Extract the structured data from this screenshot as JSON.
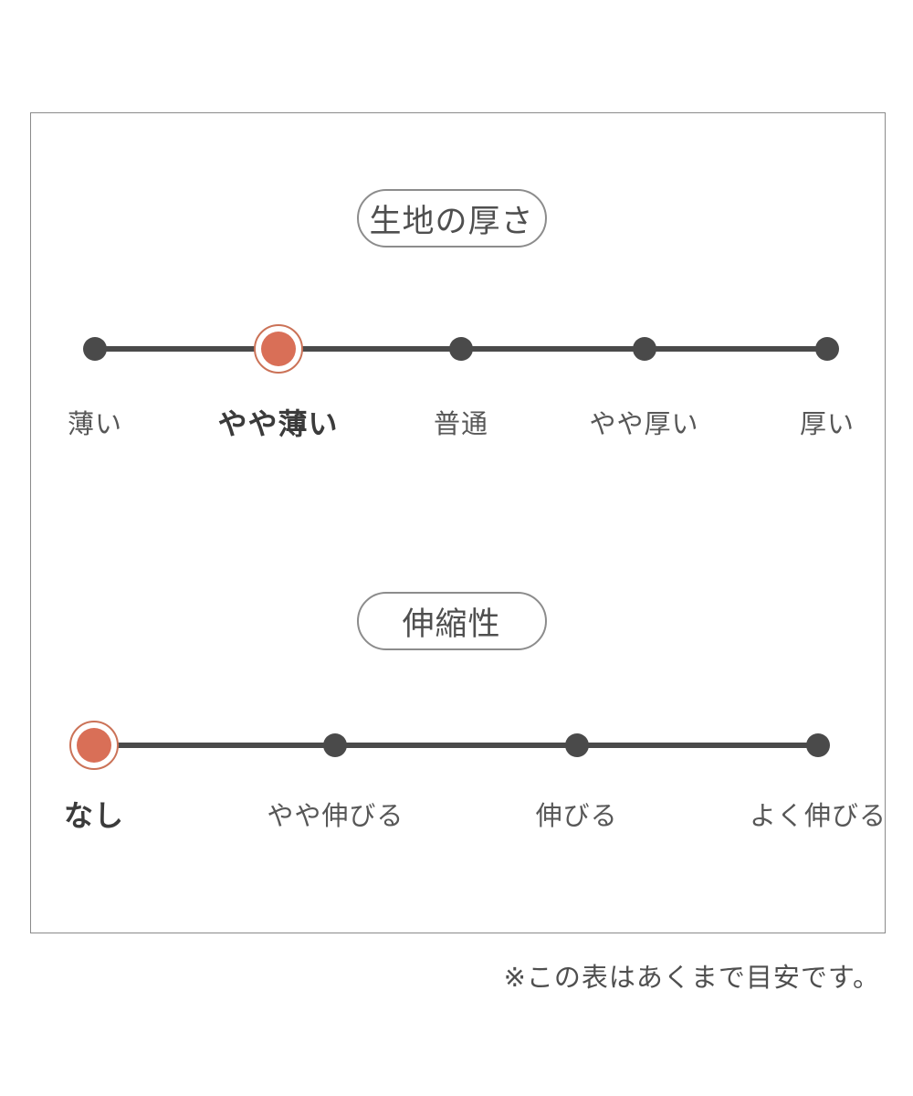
{
  "colors": {
    "accent": "#d96f57",
    "accent_ring": "#cb7257",
    "track": "#4a4a4a",
    "label_text": "#575757",
    "label_text_selected": "#3b3b3b",
    "pill_text": "#4f4f4f",
    "pill_border": "#8c8c8c",
    "frame_border": "#8a8a8a",
    "note_text": "#4f4f4f"
  },
  "note": {
    "text": "※この表はあくまで目安です。"
  },
  "chart_data": [
    {
      "type": "rating_scale",
      "title": "生地の厚さ",
      "categories": [
        "薄い",
        "やや薄い",
        "普通",
        "やや厚い",
        "厚い"
      ],
      "selected_index": 1,
      "selected_label": "やや薄い",
      "layout": {
        "orientation": "horizontal",
        "marker": "dot-on-line",
        "highlight": "ringed-orange-dot"
      }
    },
    {
      "type": "rating_scale",
      "title": "伸縮性",
      "categories": [
        "なし",
        "やや伸びる",
        "伸びる",
        "よく伸びる"
      ],
      "selected_index": 0,
      "selected_label": "なし",
      "layout": {
        "orientation": "horizontal",
        "marker": "dot-on-line",
        "highlight": "ringed-orange-dot"
      }
    }
  ]
}
